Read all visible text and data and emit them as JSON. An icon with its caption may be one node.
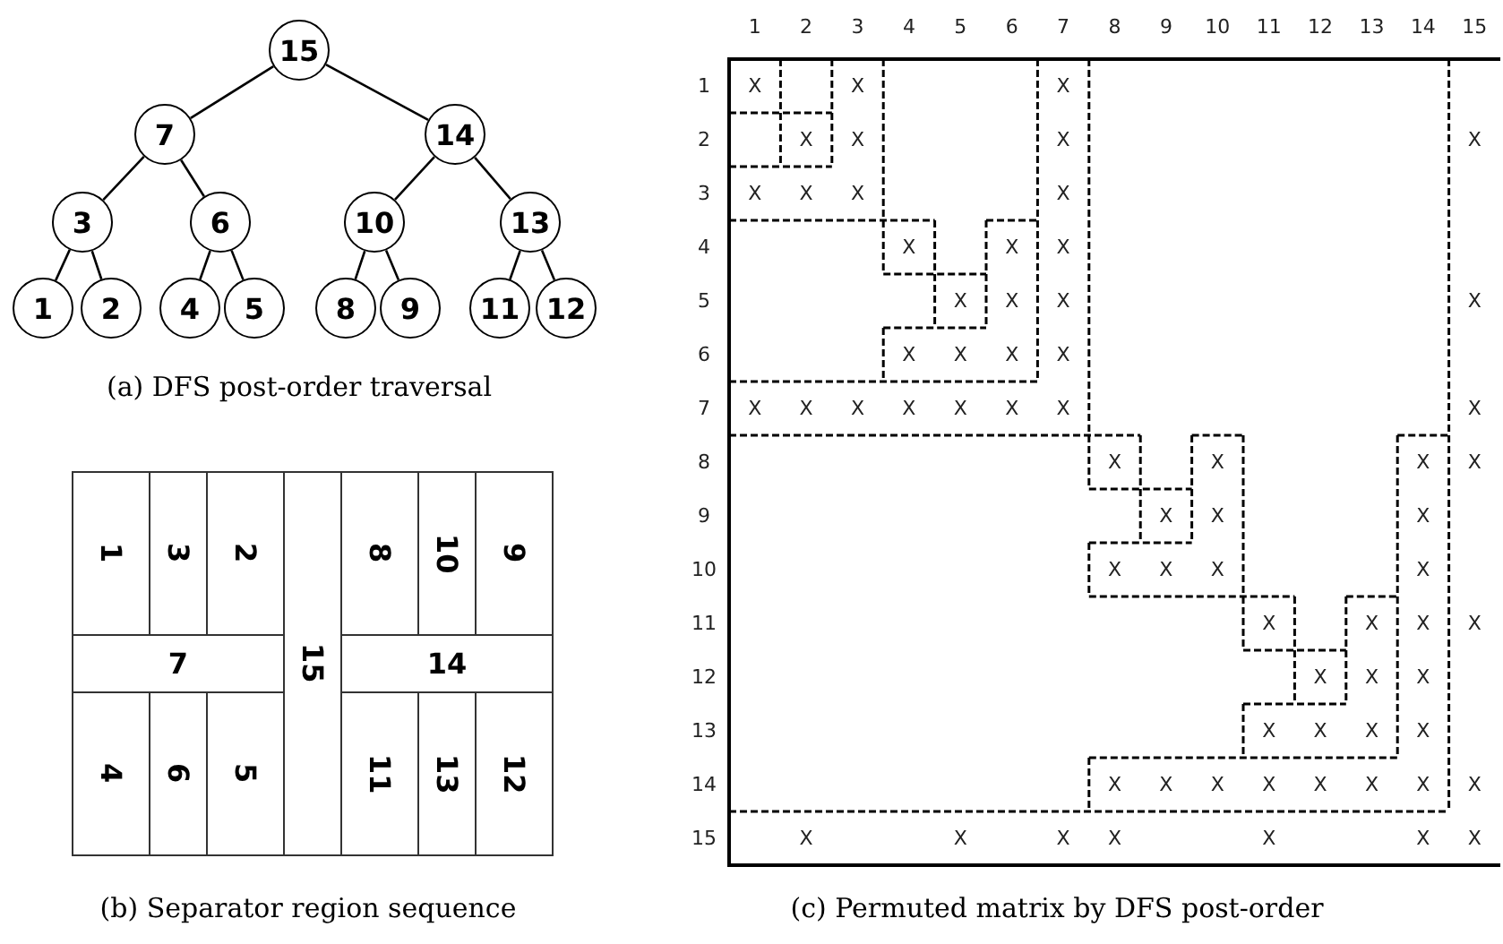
{
  "diagram": {
    "nodes": [
      {
        "text": [
          "15"
        ]
      },
      {
        "text": [
          "7"
        ]
      },
      {
        "text": [
          "14"
        ]
      },
      {
        "text": [
          "3"
        ]
      },
      {
        "text": [
          "6"
        ]
      },
      {
        "text": [
          "10"
        ]
      },
      {
        "text": [
          "13"
        ]
      },
      {
        "text": [
          "1"
        ]
      },
      {
        "text": [
          "2"
        ]
      },
      {
        "text": [
          "4"
        ]
      },
      {
        "text": [
          "5"
        ]
      },
      {
        "text": [
          "8"
        ]
      },
      {
        "text": [
          "9"
        ]
      },
      {
        "text": [
          "11"
        ]
      },
      {
        "text": [
          "12"
        ]
      },
      {
        "text": [
          "1"
        ]
      },
      {
        "text": [
          "3"
        ]
      },
      {
        "text": [
          "2"
        ]
      },
      {
        "text": [
          "15"
        ]
      },
      {
        "text": [
          "8"
        ]
      },
      {
        "text": [
          "10"
        ]
      },
      {
        "text": [
          "9"
        ]
      },
      {
        "text": [
          "7"
        ]
      },
      {
        "text": [
          "14"
        ]
      },
      {
        "text": [
          "4"
        ]
      },
      {
        "text": [
          "6"
        ]
      },
      {
        "text": [
          "5"
        ]
      },
      {
        "text": [
          "11"
        ]
      },
      {
        "text": [
          "13"
        ]
      },
      {
        "text": [
          "12"
        ]
      }
    ],
    "edges": [
      {
        "from": 0,
        "to": 1,
        "arrow": "none"
      },
      {
        "from": 0,
        "to": 2,
        "arrow": "none"
      },
      {
        "from": 1,
        "to": 3,
        "arrow": "none"
      },
      {
        "from": 1,
        "to": 4,
        "arrow": "none"
      },
      {
        "from": 2,
        "to": 5,
        "arrow": "none"
      },
      {
        "from": 2,
        "to": 6,
        "arrow": "none"
      },
      {
        "from": 3,
        "to": 7,
        "arrow": "none"
      },
      {
        "from": 3,
        "to": 8,
        "arrow": "none"
      },
      {
        "from": 4,
        "to": 9,
        "arrow": "none"
      },
      {
        "from": 4,
        "to": 10,
        "arrow": "none"
      },
      {
        "from": 5,
        "to": 11,
        "arrow": "none"
      },
      {
        "from": 5,
        "to": 12,
        "arrow": "none"
      },
      {
        "from": 6,
        "to": 13,
        "arrow": "none"
      },
      {
        "from": 6,
        "to": 14,
        "arrow": "none"
      }
    ],
    "labels": [
      "(a) DFS post-order traversal",
      "1",
      "2",
      "3",
      "4",
      "5",
      "6",
      "7",
      "8",
      "9",
      "10",
      "11",
      "12",
      "13",
      "14",
      "15",
      "1",
      "X",
      "X",
      "X",
      "2",
      "X",
      "X",
      "X",
      "X",
      "3",
      "X",
      "X",
      "X",
      "X",
      "4",
      "X",
      "X",
      "X",
      "5",
      "X",
      "X",
      "X",
      "X",
      "6",
      "X",
      "X",
      "X",
      "X",
      "7",
      "X",
      "X",
      "X",
      "X",
      "X",
      "X",
      "X",
      "X",
      "8",
      "X",
      "X",
      "X",
      "X",
      "9",
      "X",
      "X",
      "X",
      "10",
      "X",
      "X",
      "X",
      "X",
      "11",
      "X",
      "X",
      "X",
      "X",
      "12",
      "X",
      "X",
      "X",
      "13",
      "X",
      "X",
      "X",
      "X",
      "14",
      "X",
      "X",
      "X",
      "X",
      "X",
      "X",
      "X",
      "X",
      "15",
      "X",
      "X",
      "X",
      "X",
      "X",
      "X",
      "X",
      "(b) Separator region sequence",
      "(c) Permuted matrix by DFS post-order"
    ]
  }
}
